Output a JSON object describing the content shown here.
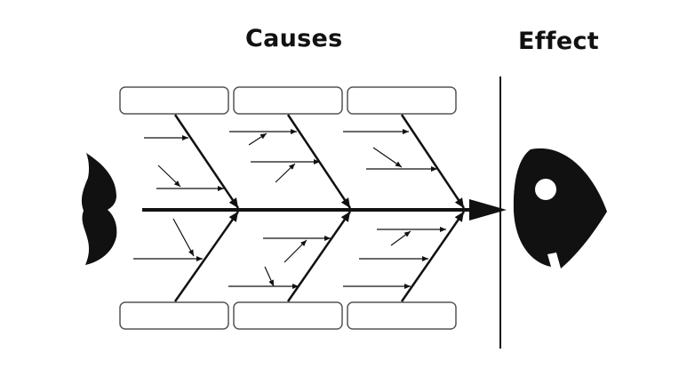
{
  "diagram": {
    "type": "fishbone",
    "headings": {
      "causes": "Causes",
      "effect": "Effect"
    },
    "cause_boxes": [
      {
        "position": "top-1",
        "label": ""
      },
      {
        "position": "top-2",
        "label": ""
      },
      {
        "position": "top-3",
        "label": ""
      },
      {
        "position": "bottom-1",
        "label": ""
      },
      {
        "position": "bottom-2",
        "label": ""
      },
      {
        "position": "bottom-3",
        "label": ""
      }
    ],
    "colors": {
      "ink": "#111111",
      "box_border": "#555555",
      "background": "#ffffff"
    }
  }
}
